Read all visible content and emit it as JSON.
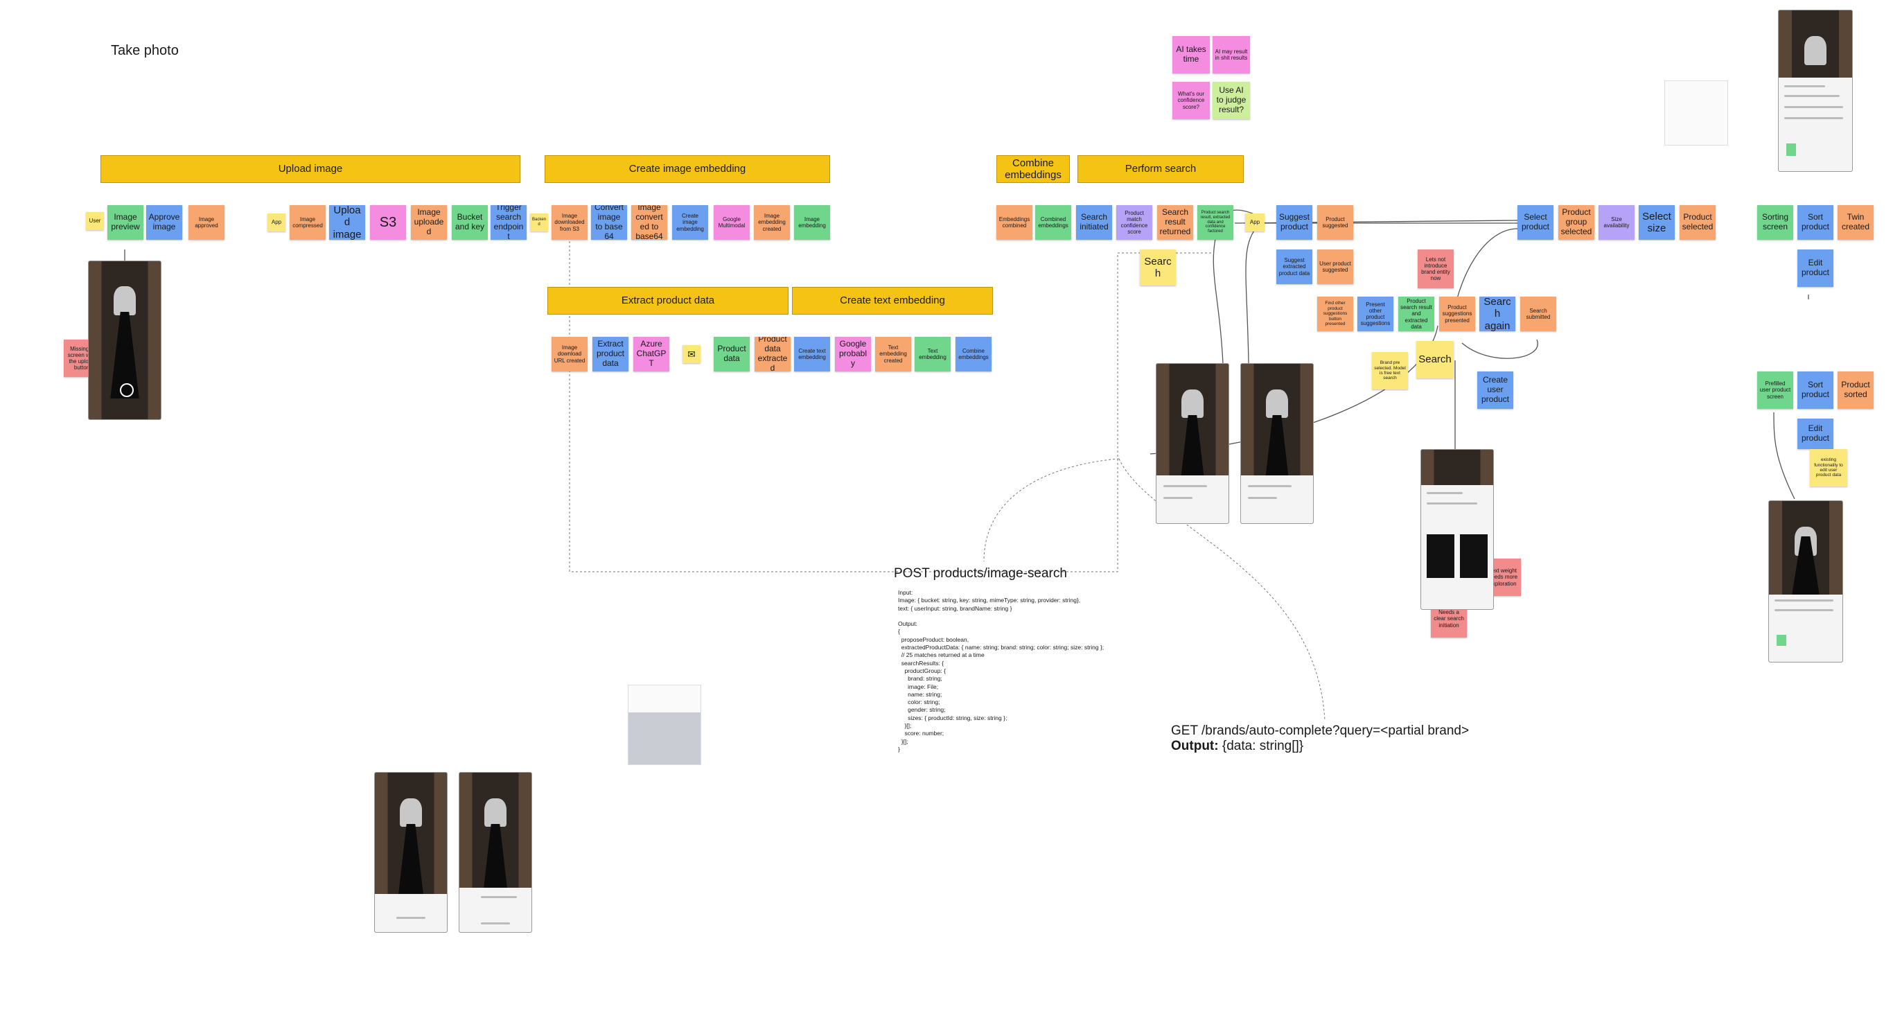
{
  "canvas_title": "Take photo",
  "banners": {
    "upload_image": "Upload image",
    "create_image_embedding": "Create image embedding",
    "combine_embeddings": "Combine embeddings",
    "perform_search": "Perform search",
    "extract_product_data": "Extract product data",
    "create_text_embedding": "Create text embedding"
  },
  "top_notes": {
    "ai_takes_time": "AI takes time",
    "ai_shit_results": "AI may result in shit results",
    "confidence_score": "What's our confidence score?",
    "ai_judge": "Use AI to judge result?"
  },
  "upload_row": {
    "user": "User",
    "image_preview": "Image preview",
    "approve_image": "Approve image",
    "image_approved": "Image approved",
    "app": "App",
    "image_compressed": "Image compressed",
    "upload_image": "Upload image",
    "s3": "S3",
    "image_uploaded": "Image uploaded",
    "bucket_key": "Bucket and key",
    "trigger_search": "Trigger search endpoint",
    "backend": "Backend"
  },
  "embed_row": {
    "image_downloaded": "Image downloaded from S3",
    "convert_base64": "Convert image to base 64",
    "converted_base64": "Image converted to base64",
    "create_embedding": "Create image embedding",
    "google_multimodal": "Google Multimodal",
    "embedding_created": "Image embedding created",
    "image_embedding": "Image embedding"
  },
  "extract_row": {
    "image_download_url": "Image download URL created",
    "extract_product": "Extract product data",
    "azure": "Azure ChatGPT",
    "product_data": "Product data",
    "product_data_extracted": "Product data extracted"
  },
  "text_row": {
    "create_text_embedding": "Create text embedding",
    "google_probably": "Google probably",
    "text_embedding_created": "Text embedding created",
    "text_embedding": "Text embedding",
    "combine_embeddings": "Combine embeddings"
  },
  "search_row": {
    "embeddings_combined": "Embeddings combined",
    "combined_embeddings": "Combined embeddings",
    "search_initiated": "Search initiated",
    "product_match": "Product match confidence score",
    "search_result_returned": "Search result returned",
    "product_search_result": "Product search result, extracted data and confidence factored",
    "app": "App",
    "suggest_product": "Suggest product",
    "product_suggested": "Product suggested",
    "search": "Search"
  },
  "suggest_cluster": {
    "suggest_extracted": "Suggest extracted product data",
    "user_product_suggested": "User product suggested",
    "find_other": "Find other product suggestions button presented",
    "present_other": "Present other product suggestions",
    "product_search_result": "Product search result and extracted data",
    "suggestions_presented": "Product suggestions presented",
    "search_again": "Search again",
    "search_submitted": "Search submitted",
    "not_introduce_brand": "Lets not introduce brand entity now",
    "brand_preselected": "Brand pre selected. Model is free text search",
    "search": "Search",
    "create_user_product": "Create user product",
    "text_weight": "Text weight needs more exploration",
    "clear_search": "Needs a clear search initiation"
  },
  "select_row": {
    "select_product": "Select product",
    "product_group_selected": "Product group selected",
    "size_availability": "Size availability",
    "select_size": "Select size",
    "product_selected": "Product selected"
  },
  "right_cluster": {
    "sorting_screen": "Sorting screen",
    "sort_product": "Sort product",
    "twin_created": "Twin created",
    "edit_product": "Edit product",
    "prefilled_screen": "Prefilled user product screen",
    "sort_product_2": "Sort product",
    "product_sorted": "Product sorted",
    "edit_product_2": "Edit product",
    "existing_functionality": "existing functionality to edit user product data"
  },
  "misc": {
    "missing_screen": "Missing a screen with the upload button",
    "mail_icon": "mail-icon"
  },
  "api_image_search": {
    "title": "POST products/image-search",
    "body": "Input:\nImage: { bucket: string, key: string, mimeType: string, provider: string},\ntext: { userInput: string, brandName: string }\n\nOutput:\n{\n  proposeProduct: boolean,\n  extractedProductData: { name: string; brand: string; color: string; size: string };\n  // 25 matches returned at a time\n  searchResults: {\n    productGroup: {\n      brand: string;\n      image: File;\n      name: string;\n      color: string;\n      gender: string;\n      sizes: { productId: string, size: string };\n    }[];\n    score: number;\n  }[];\n}"
  },
  "api_autocomplete": {
    "title": "GET /brands/auto-complete?query=<partial brand>",
    "output_label": "Output:",
    "output_value": "{data: string[]}"
  },
  "colors": {
    "green": "#6fd68c",
    "blue": "#6b9ff0",
    "orange": "#f8a66f",
    "pink": "#f48ce0",
    "yellow": "#fbe77a",
    "purple": "#b6a3f7",
    "red": "#f28b8b",
    "banner": "#f5c314"
  }
}
